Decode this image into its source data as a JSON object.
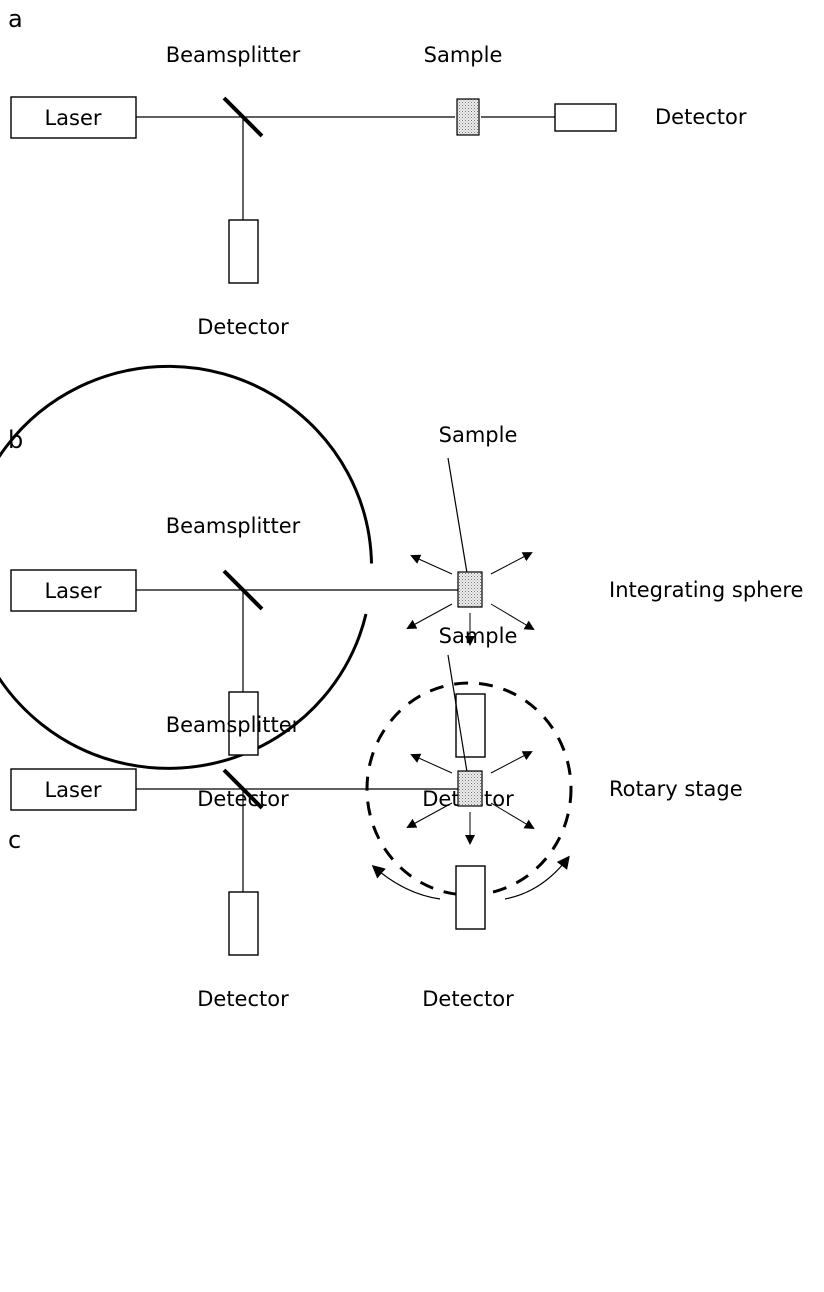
{
  "panels": {
    "a": {
      "panel_label": "a",
      "laser": "Laser",
      "beamsplitter": "Beamsplitter",
      "sample": "Sample",
      "detector_transmission": "Detector",
      "detector_reference": "Detector"
    },
    "b": {
      "panel_label": "b",
      "laser": "Laser",
      "beamsplitter": "Beamsplitter",
      "sample": "Sample",
      "integrating_sphere": "Integrating sphere",
      "detector_reference": "Detector",
      "detector_sphere": "Detector"
    },
    "c": {
      "panel_label": "c",
      "laser": "Laser",
      "beamsplitter": "Beamsplitter",
      "sample": "Sample",
      "rotary_stage": "Rotary stage",
      "detector_reference": "Detector",
      "detector_rotary": "Detector"
    }
  },
  "colors": {
    "ink": "#000000",
    "background": "#ffffff",
    "sample_fill": "#d8d8d8"
  }
}
